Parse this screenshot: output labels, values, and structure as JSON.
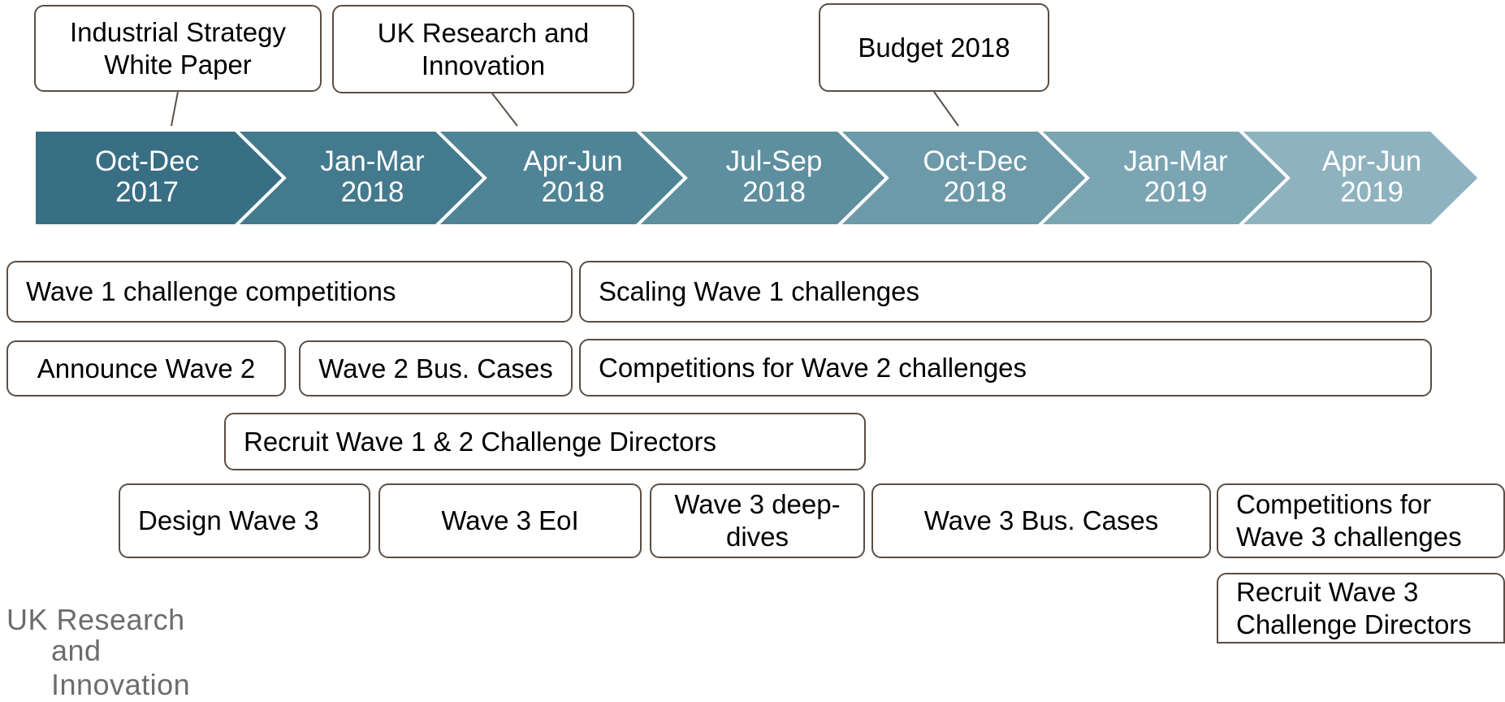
{
  "periods": [
    {
      "line1": "Oct-Dec",
      "line2": "2017",
      "color": "#386f84"
    },
    {
      "line1": "Jan-Mar",
      "line2": "2018",
      "color": "#437a8d"
    },
    {
      "line1": "Apr-Jun",
      "line2": "2018",
      "color": "#4f8496"
    },
    {
      "line1": "Jul-Sep",
      "line2": "2018",
      "color": "#5d8f9f"
    },
    {
      "line1": "Oct-Dec",
      "line2": "2018",
      "color": "#6c9aa9"
    },
    {
      "line1": "Jan-Mar",
      "line2": "2019",
      "color": "#7ba5b3"
    },
    {
      "line1": "Apr-Jun",
      "line2": "2019",
      "color": "#8eb3bf"
    }
  ],
  "milestones": {
    "white_paper": {
      "line1": "Industrial Strategy",
      "line2": "White Paper"
    },
    "ukri": {
      "line1": "UK Research and",
      "line2": "Innovation"
    },
    "budget": "Budget 2018"
  },
  "activities": {
    "wave1_competitions": "Wave 1 challenge competitions",
    "scaling_wave1": "Scaling Wave 1 challenges",
    "announce_wave2": "Announce Wave 2",
    "wave2_bus_cases": "Wave 2 Bus. Cases",
    "competitions_wave2": "Competitions for Wave 2 challenges",
    "recruit_wave12": "Recruit Wave 1 & 2 Challenge Directors",
    "design_wave3": "Design Wave 3",
    "wave3_eoi": "Wave 3 EoI",
    "wave3_deep_dives": {
      "line1": "Wave 3 deep-",
      "line2": "dives"
    },
    "wave3_bus_cases": "Wave 3 Bus. Cases",
    "competitions_wave3": {
      "line1": "Competitions for",
      "line2": "Wave 3 challenges"
    },
    "recruit_wave3": {
      "line1": "Recruit Wave 3",
      "line2": "Challenge Directors"
    }
  },
  "logo": {
    "line1": "UK Research",
    "line2": "and Innovation"
  },
  "colors": {
    "border": "#5b4e44",
    "chevron_text": "#ffffff"
  }
}
